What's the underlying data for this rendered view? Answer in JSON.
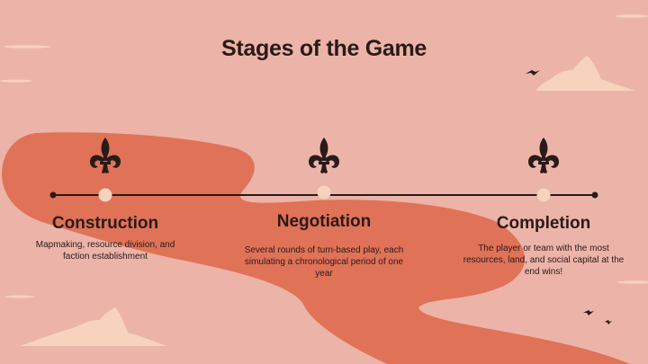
{
  "page": {
    "title": "Stages of the Game"
  },
  "stages": [
    {
      "name": "Construction",
      "description": "Mapmaking, resource division, and faction establishment",
      "icon": "fleur-de-lis-icon"
    },
    {
      "name": "Negotiation",
      "description": "Several rounds of turn-based play, each simulating a chronological period of one year",
      "icon": "fleur-de-lis-icon"
    },
    {
      "name": "Completion",
      "description": "The player or team with the most resources, land, and social capital at the end wins!",
      "icon": "fleur-de-lis-icon"
    }
  ],
  "colors": {
    "background": "#ecb4a8",
    "river": "#e07258",
    "ink": "#2a1a18",
    "cloud": "#f7d2bd",
    "node": "#f7d2bd"
  }
}
